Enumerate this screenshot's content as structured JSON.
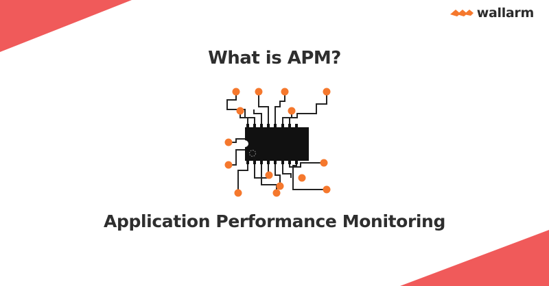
{
  "brand": {
    "name": "wallarm",
    "accent_color": "#f05a5a",
    "logo_color": "#f5782d"
  },
  "heading": {
    "title": "What is APM?",
    "subtitle": "Application Performance Monitoring"
  },
  "illustration": {
    "icon": "microchip-icon",
    "chip_color": "#111111",
    "node_color": "#f5782d"
  }
}
